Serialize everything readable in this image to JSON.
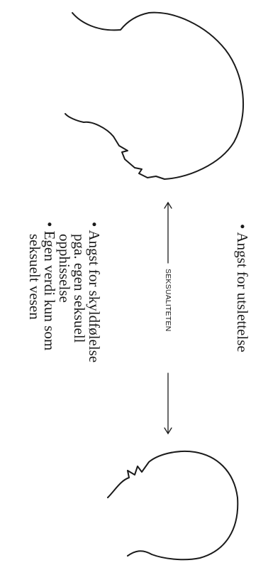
{
  "upper_bullets": [
    "• Angst for utslettelse"
  ],
  "lower_bullets": [
    "• Angst for skyldfølelse",
    "pga. egen seksuell",
    "opphisselse",
    "• Egen verdi kun som",
    "seksuelt vesen"
  ],
  "axis_label": "SEKSUALITETEN",
  "colors": {
    "ink": "#1a1a1a",
    "background": "#ffffff"
  }
}
